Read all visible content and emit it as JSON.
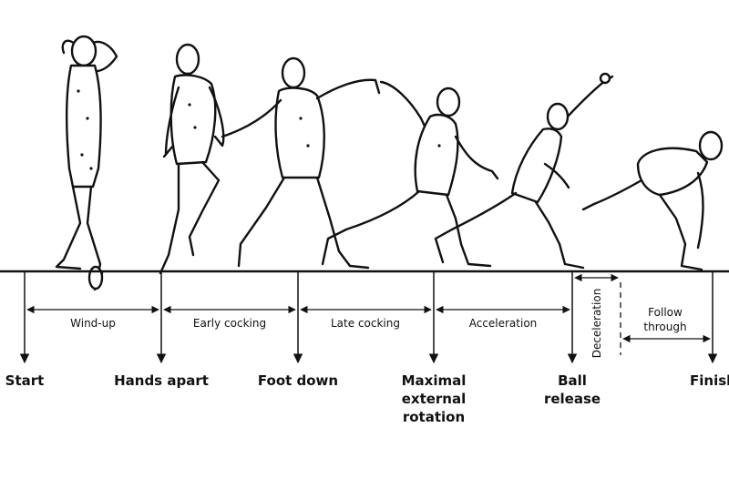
{
  "phases": [
    {
      "label": "Wind-up"
    },
    {
      "label": "Early cocking"
    },
    {
      "label": "Late cocking"
    },
    {
      "label": "Acceleration"
    },
    {
      "label": "Deceleration"
    },
    {
      "label": "Follow",
      "label2": "through"
    }
  ],
  "events": [
    {
      "label": "Start"
    },
    {
      "label": "Hands apart"
    },
    {
      "label": "Foot down"
    },
    {
      "label": "Maximal",
      "label2": "external",
      "label3": "rotation"
    },
    {
      "label": "Ball",
      "label2": "release"
    },
    {
      "label": "Finish"
    }
  ],
  "figures": [
    {
      "name": "wind-up-pitcher"
    },
    {
      "name": "hands-apart-pitcher"
    },
    {
      "name": "foot-down-pitcher"
    },
    {
      "name": "max-external-rotation-pitcher"
    },
    {
      "name": "ball-release-pitcher"
    },
    {
      "name": "finish-pitcher"
    }
  ]
}
